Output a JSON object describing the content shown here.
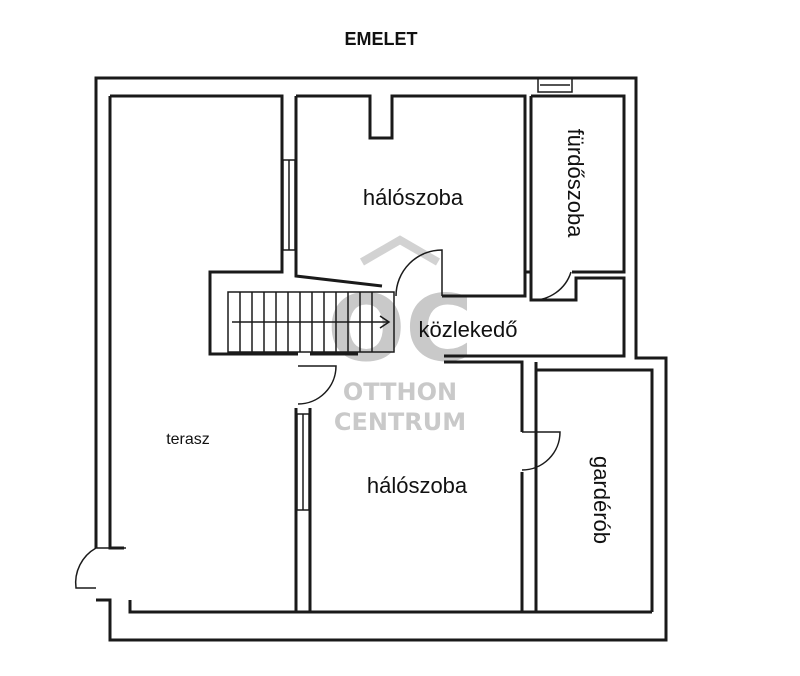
{
  "title": "EMELET",
  "rooms": {
    "bedroom_top": "hálószoba",
    "bathroom": "fürdőszoba",
    "hallway": "közlekedő",
    "terrace": "terasz",
    "bedroom_bottom": "hálószoba",
    "wardrobe": "gardérób"
  },
  "watermark": {
    "monogram": "OC",
    "line1": "OTTHON",
    "line2": "CENTRUM"
  }
}
